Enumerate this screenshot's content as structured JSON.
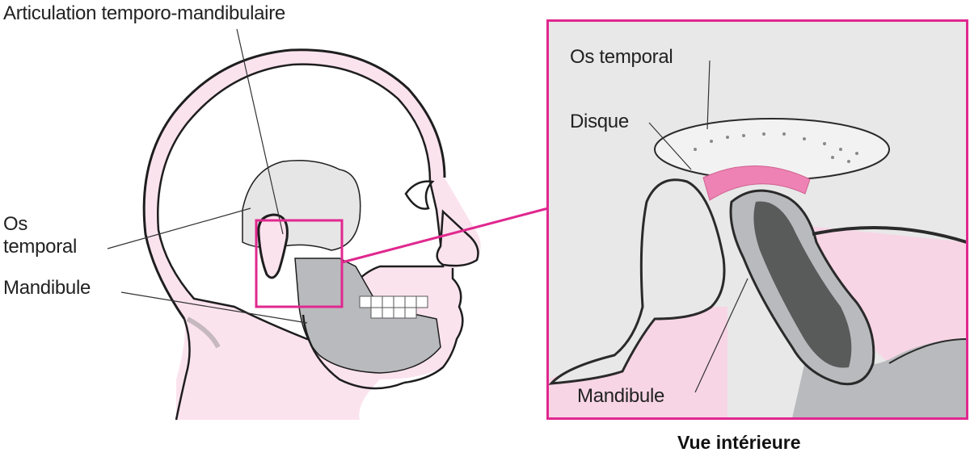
{
  "figure": {
    "title": "Articulation temporo-mandibulaire",
    "main_view": {
      "labels": {
        "tmj": "Articulation temporo-mandibulaire",
        "temporal_bone_line1": "Os",
        "temporal_bone_line2": "temporal",
        "mandible": "Mandibule"
      }
    },
    "inset_view": {
      "labels": {
        "temporal_bone": "Os temporal",
        "disc": "Disque",
        "mandible": "Mandibule"
      },
      "caption": "Vue intérieure"
    },
    "colors": {
      "accent_magenta": "#e0288f",
      "skin_pink": "#fbe3ee",
      "disc_pink": "#ee82b4",
      "bone_gray": "#e6e6e6",
      "mandible_gray": "#b9babd",
      "outline": "#1e1e1e",
      "inset_background": "#e8e8e8"
    }
  }
}
